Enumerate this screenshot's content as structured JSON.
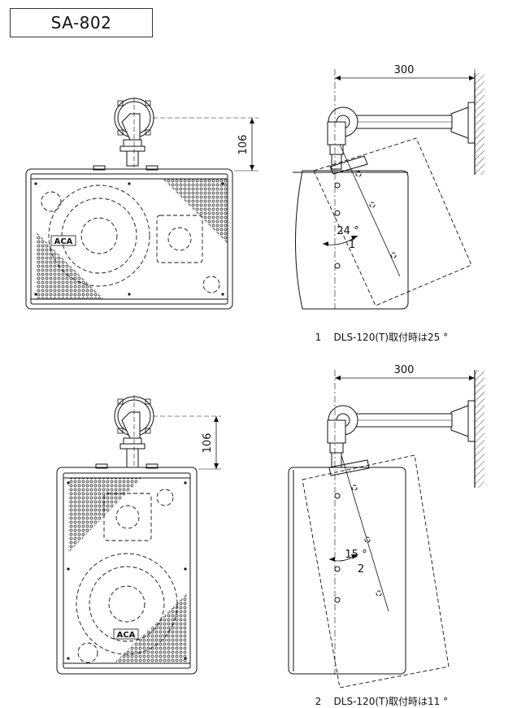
{
  "model": "SA-802",
  "dimensions": {
    "top_width": "300",
    "top_height": "106",
    "bottom_width": "300",
    "bottom_height": "106"
  },
  "angles": {
    "top_angle": "24 °",
    "top_callout": "1",
    "bottom_angle": "15 °",
    "bottom_callout": "2"
  },
  "logo_text": "ACA",
  "notes": [
    {
      "number": "1",
      "text": "DLS-120(T)取付時は25 °"
    },
    {
      "number": "2",
      "text": "DLS-120(T)取付時は11 °"
    }
  ]
}
